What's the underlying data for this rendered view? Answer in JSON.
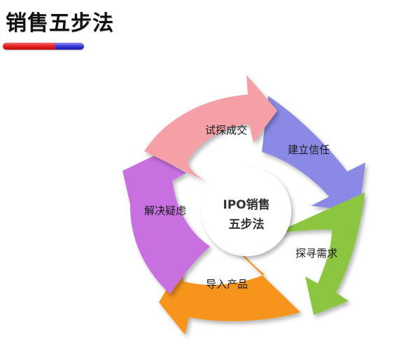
{
  "header": {
    "title": "销售五步法",
    "accent_colors": [
      "#e31b1b",
      "#3434d6"
    ]
  },
  "cycle": {
    "center_line1": "IPO销售",
    "center_line2": "五步法",
    "steps": [
      {
        "label": "建立信任",
        "color": "#8a8ae6"
      },
      {
        "label": "探寻需求",
        "color": "#8cc63f"
      },
      {
        "label": "导入产品",
        "color": "#f7941d"
      },
      {
        "label": "解决疑虑",
        "color": "#c86fe0"
      },
      {
        "label": "试探成交",
        "color": "#f4a0a6"
      }
    ]
  }
}
